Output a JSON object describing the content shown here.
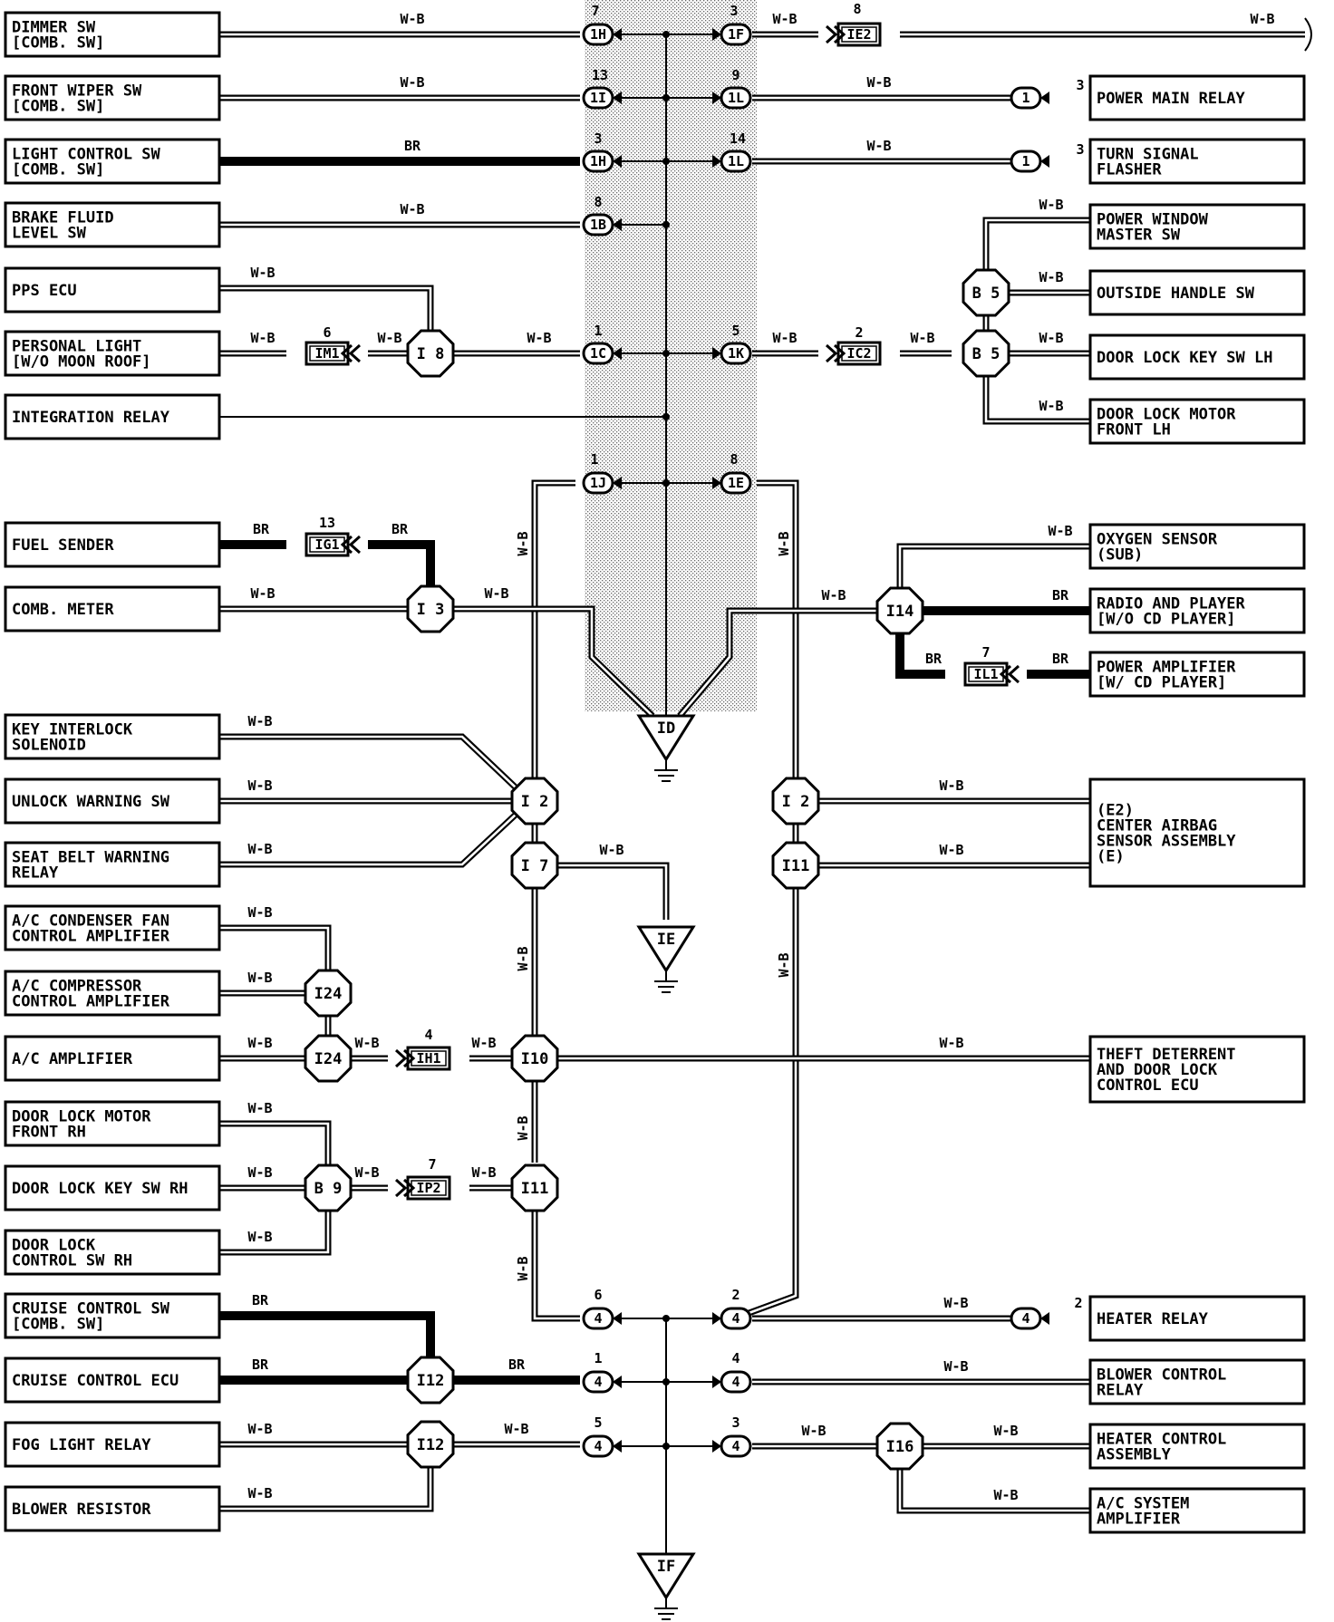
{
  "wire_colors": {
    "wb": "W-B",
    "br": "BR"
  },
  "grounds": {
    "d": "ID",
    "e": "IE",
    "f": "IF"
  },
  "components": {
    "dimmer_sw": [
      "DIMMER SW",
      "[COMB. SW]"
    ],
    "front_wiper_sw": [
      "FRONT WIPER SW",
      "[COMB. SW]"
    ],
    "light_control_sw": [
      "LIGHT CONTROL SW",
      "[COMB. SW]"
    ],
    "brake_fluid": [
      "BRAKE FLUID",
      "LEVEL SW"
    ],
    "pps_ecu": [
      "PPS ECU"
    ],
    "personal_light": [
      "PERSONAL LIGHT",
      "[W/O MOON ROOF]"
    ],
    "integration_relay": [
      "INTEGRATION RELAY"
    ],
    "fuel_sender": [
      "FUEL SENDER"
    ],
    "comb_meter": [
      "COMB. METER"
    ],
    "key_interlock": [
      "KEY INTERLOCK",
      "SOLENOID"
    ],
    "unlock_warning": [
      "UNLOCK WARNING SW"
    ],
    "seat_belt": [
      "SEAT BELT WARNING",
      "RELAY"
    ],
    "ac_condenser": [
      "A/C CONDENSER FAN",
      "CONTROL AMPLIFIER"
    ],
    "ac_compressor": [
      "A/C COMPRESSOR",
      "CONTROL AMPLIFIER"
    ],
    "ac_amplifier": [
      "A/C AMPLIFIER"
    ],
    "door_lock_motor_rh": [
      "DOOR LOCK MOTOR",
      "FRONT RH"
    ],
    "door_lock_key_rh": [
      "DOOR LOCK KEY SW RH"
    ],
    "door_lock_control_rh": [
      "DOOR LOCK",
      "CONTROL SW RH"
    ],
    "cruise_sw": [
      "CRUISE CONTROL SW",
      "[COMB. SW]"
    ],
    "cruise_ecu": [
      "CRUISE CONTROL ECU"
    ],
    "fog_relay": [
      "FOG LIGHT RELAY"
    ],
    "blower_resistor": [
      "BLOWER RESISTOR"
    ],
    "power_main_relay": [
      "POWER MAIN RELAY"
    ],
    "turn_signal": [
      "TURN SIGNAL",
      "FLASHER"
    ],
    "pw_master": [
      "POWER WINDOW",
      "MASTER SW"
    ],
    "outside_handle": [
      "OUTSIDE HANDLE SW"
    ],
    "door_lock_key_lh": [
      "DOOR LOCK KEY SW LH"
    ],
    "door_lock_motor_lh": [
      "DOOR LOCK MOTOR",
      "FRONT LH"
    ],
    "oxygen_sensor": [
      "OXYGEN SENSOR",
      "(SUB)"
    ],
    "radio": [
      "RADIO AND PLAYER",
      "[W/O CD PLAYER]"
    ],
    "power_amp": [
      "POWER AMPLIFIER",
      "[W/ CD PLAYER]"
    ],
    "airbag": [
      "(E2)",
      "CENTER AIRBAG",
      "SENSOR ASSEMBLY",
      "(E)"
    ],
    "theft": [
      "THEFT DETERRENT",
      "AND DOOR LOCK",
      "CONTROL ECU"
    ],
    "heater_relay": [
      "HEATER RELAY"
    ],
    "blower_control": [
      "BLOWER CONTROL",
      "RELAY"
    ],
    "heater_control": [
      "HEATER CONTROL",
      "ASSEMBLY"
    ],
    "ac_system": [
      "A/C SYSTEM",
      "AMPLIFIER"
    ]
  },
  "junctions": {
    "i8": "I 8",
    "i3": "I 3",
    "i2a": "I 2",
    "i2b": "I 2",
    "i7": "I 7",
    "i11a": "I11",
    "i11b": "I11",
    "i24a": "I24",
    "i24b": "I24",
    "i10": "I10",
    "b9": "B 9",
    "i12a": "I12",
    "i12b": "I12",
    "i14": "I14",
    "i16": "I16",
    "b5a": "B 5",
    "b5b": "B 5"
  },
  "connectors": {
    "c1h_top": "1H",
    "c1f": "1F",
    "c1i": "1I",
    "c1l_a": "1L",
    "c1h_mid": "1H",
    "c1l_b": "1L",
    "c1b": "1B",
    "c1c": "1C",
    "c1k": "1K",
    "c1j": "1J",
    "c1e": "1E",
    "c1_power_main": "1",
    "c1_turn": "1",
    "c4_l1": "4",
    "c4_r1": "4",
    "c4_l2": "4",
    "c4_r2": "4",
    "c4_l3": "4",
    "c4_r3": "4",
    "c4_heater": "4"
  },
  "inline_connectors": {
    "ie2": "IE2",
    "im1": "IM1",
    "ic2": "IC2",
    "ig1": "IG1",
    "il1": "IL1",
    "ih1": "IH1",
    "ip2": "IP2"
  },
  "pins": {
    "p1h_top": "7",
    "p1f": "3",
    "pie2": "8",
    "p1i": "13",
    "p1l_a": "9",
    "p_power_main": "3",
    "p1h_mid": "3",
    "p1l_b": "14",
    "p_turn": "3",
    "p1b": "8",
    "pim1": "6",
    "p1c": "1",
    "p1k": "5",
    "pic2": "2",
    "p1j": "1",
    "p1e": "8",
    "pig1": "13",
    "pil1": "7",
    "pih1": "4",
    "pip2": "7",
    "p4_l1": "6",
    "p4_r1": "2",
    "p4_heater": "2",
    "p4_l2": "1",
    "p4_r2": "4",
    "p4_l3": "5",
    "p4_r3": "3"
  }
}
